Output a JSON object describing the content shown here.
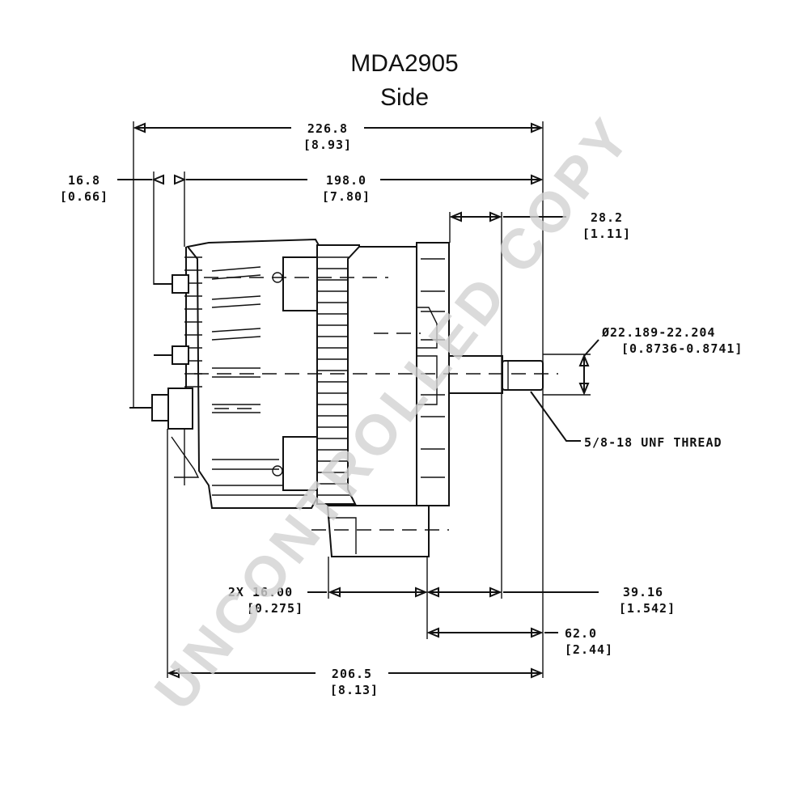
{
  "title": {
    "line1": "MDA2905",
    "line2": "Side"
  },
  "watermark": "UNCONTROLLED COPY",
  "dimensions": {
    "overall_length": {
      "mm": "226.8",
      "in": "[8.93]"
    },
    "body_length": {
      "mm": "198.0",
      "in": "[7.80]"
    },
    "terminal_offset": {
      "mm": "16.8",
      "in": "[0.66]"
    },
    "shaft_length": {
      "mm": "28.2",
      "in": "[1.11]"
    },
    "shaft_diameter": {
      "mm": "Ø22.189-22.204",
      "in": "[0.8736-0.8741]"
    },
    "thread": "5/8-18 UNF THREAD",
    "mount_width": {
      "mm": "2X 16.00",
      "in": "[0.275]"
    },
    "mount_to_shaft": {
      "mm": "39.16",
      "in": "[1.542]"
    },
    "flange_to_shaft_end": {
      "mm": "62.0",
      "in": "[2.44]"
    },
    "base_length": {
      "mm": "206.5",
      "in": "[8.13]"
    }
  },
  "colors": {
    "line": "#111111",
    "watermark": "#d2d2d2",
    "background": "#ffffff"
  }
}
